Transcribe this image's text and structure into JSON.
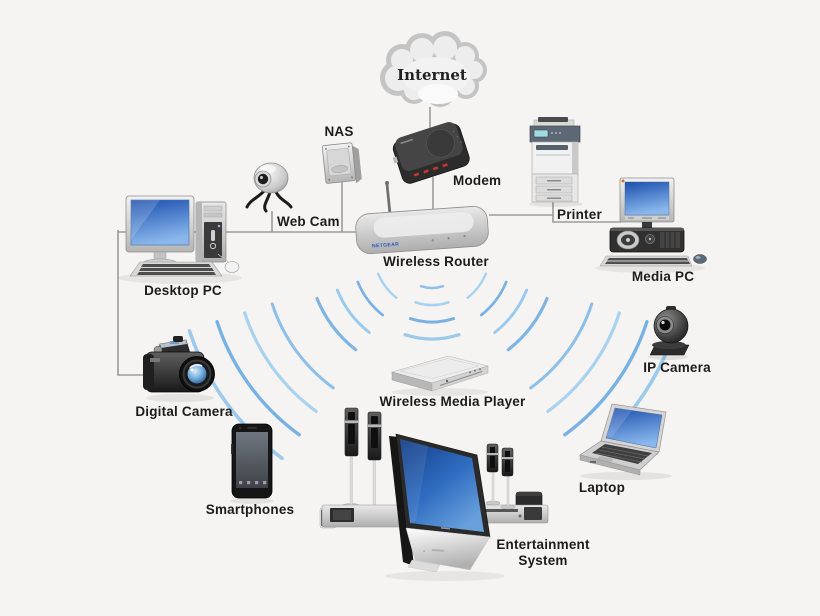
{
  "labels": {
    "internet": "Internet",
    "nas": "NAS",
    "web_cam": "Web Cam",
    "modem": "Modem",
    "wireless_router": "Wireless Router",
    "printer": "Printer",
    "desktop_pc": "Desktop PC",
    "media_pc": "Media PC",
    "ip_camera": "IP Camera",
    "digital_camera": "Digital Camera",
    "smartphones": "Smartphones",
    "wireless_media_player": "Wireless Media Player",
    "laptop": "Laptop",
    "entertainment_system": "Entertainment System"
  },
  "router_brand": "NETGEAR",
  "connections": [
    {
      "from": "Internet",
      "to": "Modem",
      "type": "wired"
    },
    {
      "from": "Modem",
      "to": "Wireless Router",
      "type": "wired"
    },
    {
      "from": "NAS",
      "to": "Wireless Router",
      "type": "wired"
    },
    {
      "from": "Web Cam",
      "to": "Wireless Router",
      "type": "wired"
    },
    {
      "from": "Desktop PC",
      "to": "Wireless Router",
      "type": "wired"
    },
    {
      "from": "Desktop PC",
      "to": "Digital Camera",
      "type": "wired"
    },
    {
      "from": "Wireless Router",
      "to": "Printer",
      "type": "wired"
    },
    {
      "from": "Wireless Router",
      "to": "Media PC",
      "type": "wired"
    },
    {
      "from": "Wireless Router",
      "to": "IP Camera",
      "type": "wireless"
    },
    {
      "from": "Wireless Router",
      "to": "Laptop",
      "type": "wireless"
    },
    {
      "from": "Wireless Router",
      "to": "Wireless Media Player",
      "type": "wireless"
    },
    {
      "from": "Wireless Router",
      "to": "Entertainment System",
      "type": "wireless"
    },
    {
      "from": "Wireless Router",
      "to": "Smartphones",
      "type": "wireless"
    },
    {
      "from": "Wireless Router",
      "to": "Digital Camera",
      "type": "wireless"
    }
  ],
  "colors": {
    "background": "#f5f4f3",
    "wave_blue": "#7eb5e3",
    "wave_blue_light": "#a9d2ef",
    "wire_gray": "#9b9b9b",
    "label_text": "#1c1c1c",
    "screen_blue_dark": "#1b4fae",
    "screen_blue_light": "#8ab8ec",
    "router_brand_blue": "#2b57c4"
  }
}
